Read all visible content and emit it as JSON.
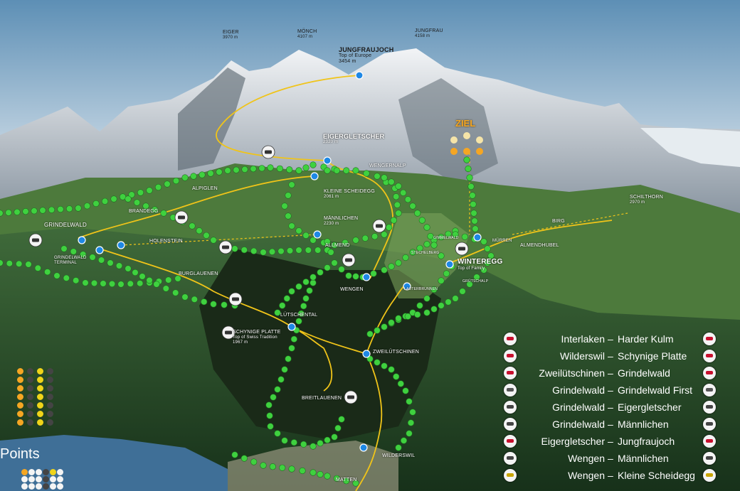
{
  "peaks": [
    {
      "name": "EIGER",
      "alt": "3970 m"
    },
    {
      "name": "MÖNCH",
      "alt": "4107 m"
    },
    {
      "name": "JUNGFRAU",
      "alt": "4158 m"
    }
  ],
  "stations": {
    "jungfraujoch": {
      "name": "JUNGFRAUJOCH",
      "sub1": "Top of Europe",
      "sub2": "3454 m"
    },
    "eigergletscher": {
      "name": "EIGERGLETSCHER",
      "sub": "2320 m"
    },
    "wengernalp": "WENGERNALP",
    "kleine_scheidegg": {
      "name": "KLEINE SCHEIDEGG",
      "sub": "2061 m"
    },
    "maennlichen": {
      "name": "MÄNNLICHEN",
      "sub": "2230 m"
    },
    "alpiglen": "ALPIGLEN",
    "brandegg": "BRANDEGG",
    "grindelwald": "GRINDELWALD",
    "grindelwald_terminal": "GRINDELWALD TERMINAL",
    "holenstein": "HOLENSTEIN",
    "burglauenen": "BURGLAUENEN",
    "allmend": "ALLMEND",
    "wengen": "WENGEN",
    "luetschental": "LÜTSCHENTAL",
    "schynige_platte": {
      "name": "SCHYNIGE PLATTE",
      "sub1": "Top of Swiss Tradition",
      "sub2": "1967 m"
    },
    "zweiluetschinen": "ZWEILÜTSCHINEN",
    "breitlauenen": "BREITLAUENEN",
    "wilderswil": "WILDERSWIL",
    "matten": "MATTEN",
    "winteregg": {
      "name": "WINTEREGG",
      "sub": "Top of Family"
    },
    "muerren": "MÜRREN",
    "almendhubel": "ALMENDHUBEL",
    "birg": "BIRG",
    "schilthorn": {
      "name": "SCHILTHORN",
      "sub": "2970 m"
    },
    "lauterbrunnen": "LAUTERBRUNNEN",
    "grutschalp": "GRÜTSCHALP",
    "stechelberg": "STECHELBERG",
    "gimmelwald": "GIMMELWALD"
  },
  "ziel_label": "ZIEL",
  "points_label": "Points",
  "legend": [
    {
      "from": "Interlaken",
      "to": "Harder Kulm",
      "color": "#c8102e"
    },
    {
      "from": "Wilderswil",
      "to": "Schynige Platte",
      "color": "#c8102e"
    },
    {
      "from": "Zweilütschinen",
      "to": "Grindelwald",
      "color": "#c8102e"
    },
    {
      "from": "Grindelwald",
      "to": "Grindelwald First",
      "color": "#555555"
    },
    {
      "from": "Grindelwald",
      "to": "Eigergletscher",
      "color": "#444444"
    },
    {
      "from": "Grindelwald",
      "to": "Männlichen",
      "color": "#444444"
    },
    {
      "from": "Eigergletscher",
      "to": "Jungfraujoch",
      "color": "#c8102e"
    },
    {
      "from": "Wengen",
      "to": "Männlichen",
      "color": "#444444"
    },
    {
      "from": "Wengen",
      "to": "Kleine Scheidegg",
      "color": "#c8a400"
    }
  ],
  "colors": {
    "route_dot": "#3fd13f",
    "rail": "#f0c419",
    "station": "#1e88e5",
    "ziel": "#f5a623"
  }
}
